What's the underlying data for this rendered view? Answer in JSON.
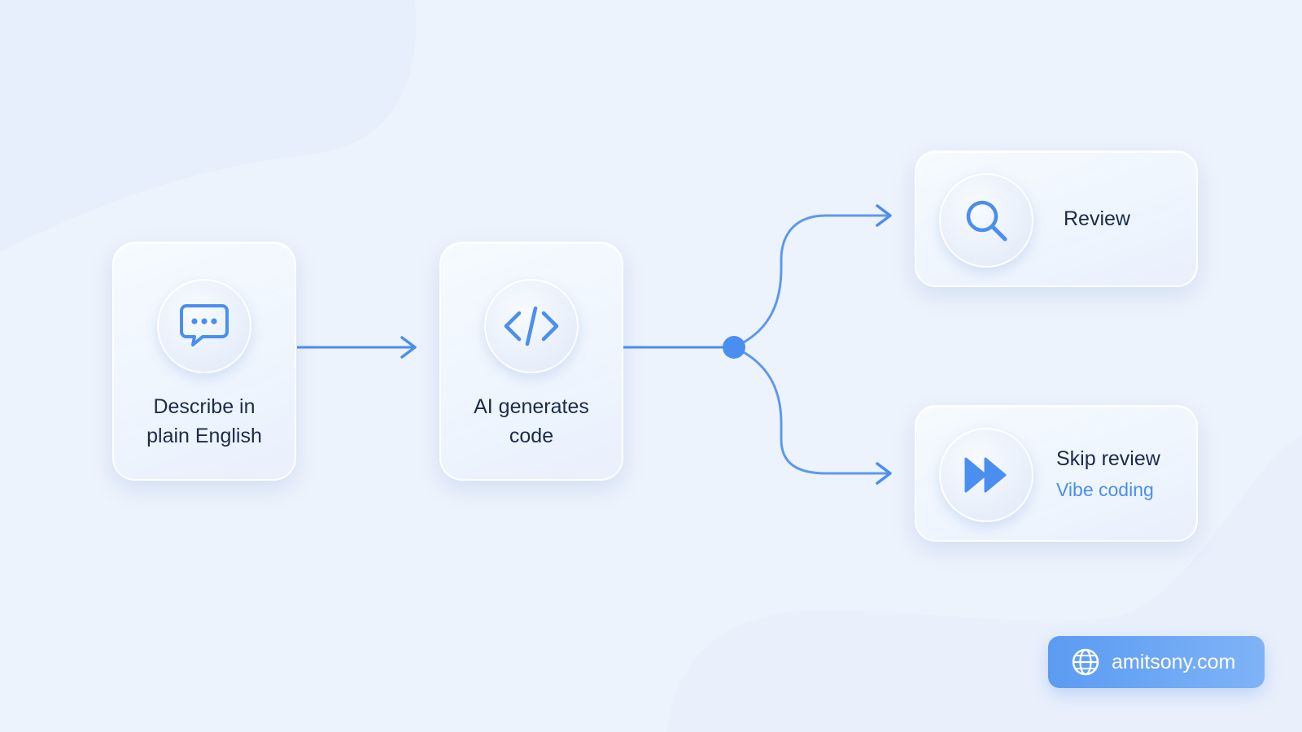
{
  "colors": {
    "background": "#edf3fc",
    "accent": "#4a8ef0",
    "text": "#1c2b4a",
    "badge": "#6aa5f4"
  },
  "steps": [
    {
      "icon": "chat-bubble-icon",
      "label_line1": "Describe in",
      "label_line2": "plain English"
    },
    {
      "icon": "code-icon",
      "label_line1": "AI generates",
      "label_line2": "code"
    }
  ],
  "branches": {
    "review": {
      "icon": "search-icon",
      "title": "Review"
    },
    "skip": {
      "icon": "fast-forward-icon",
      "title": "Skip review",
      "subtitle": "Vibe coding"
    }
  },
  "footer": {
    "icon": "globe-icon",
    "site": "amitsony.com"
  }
}
